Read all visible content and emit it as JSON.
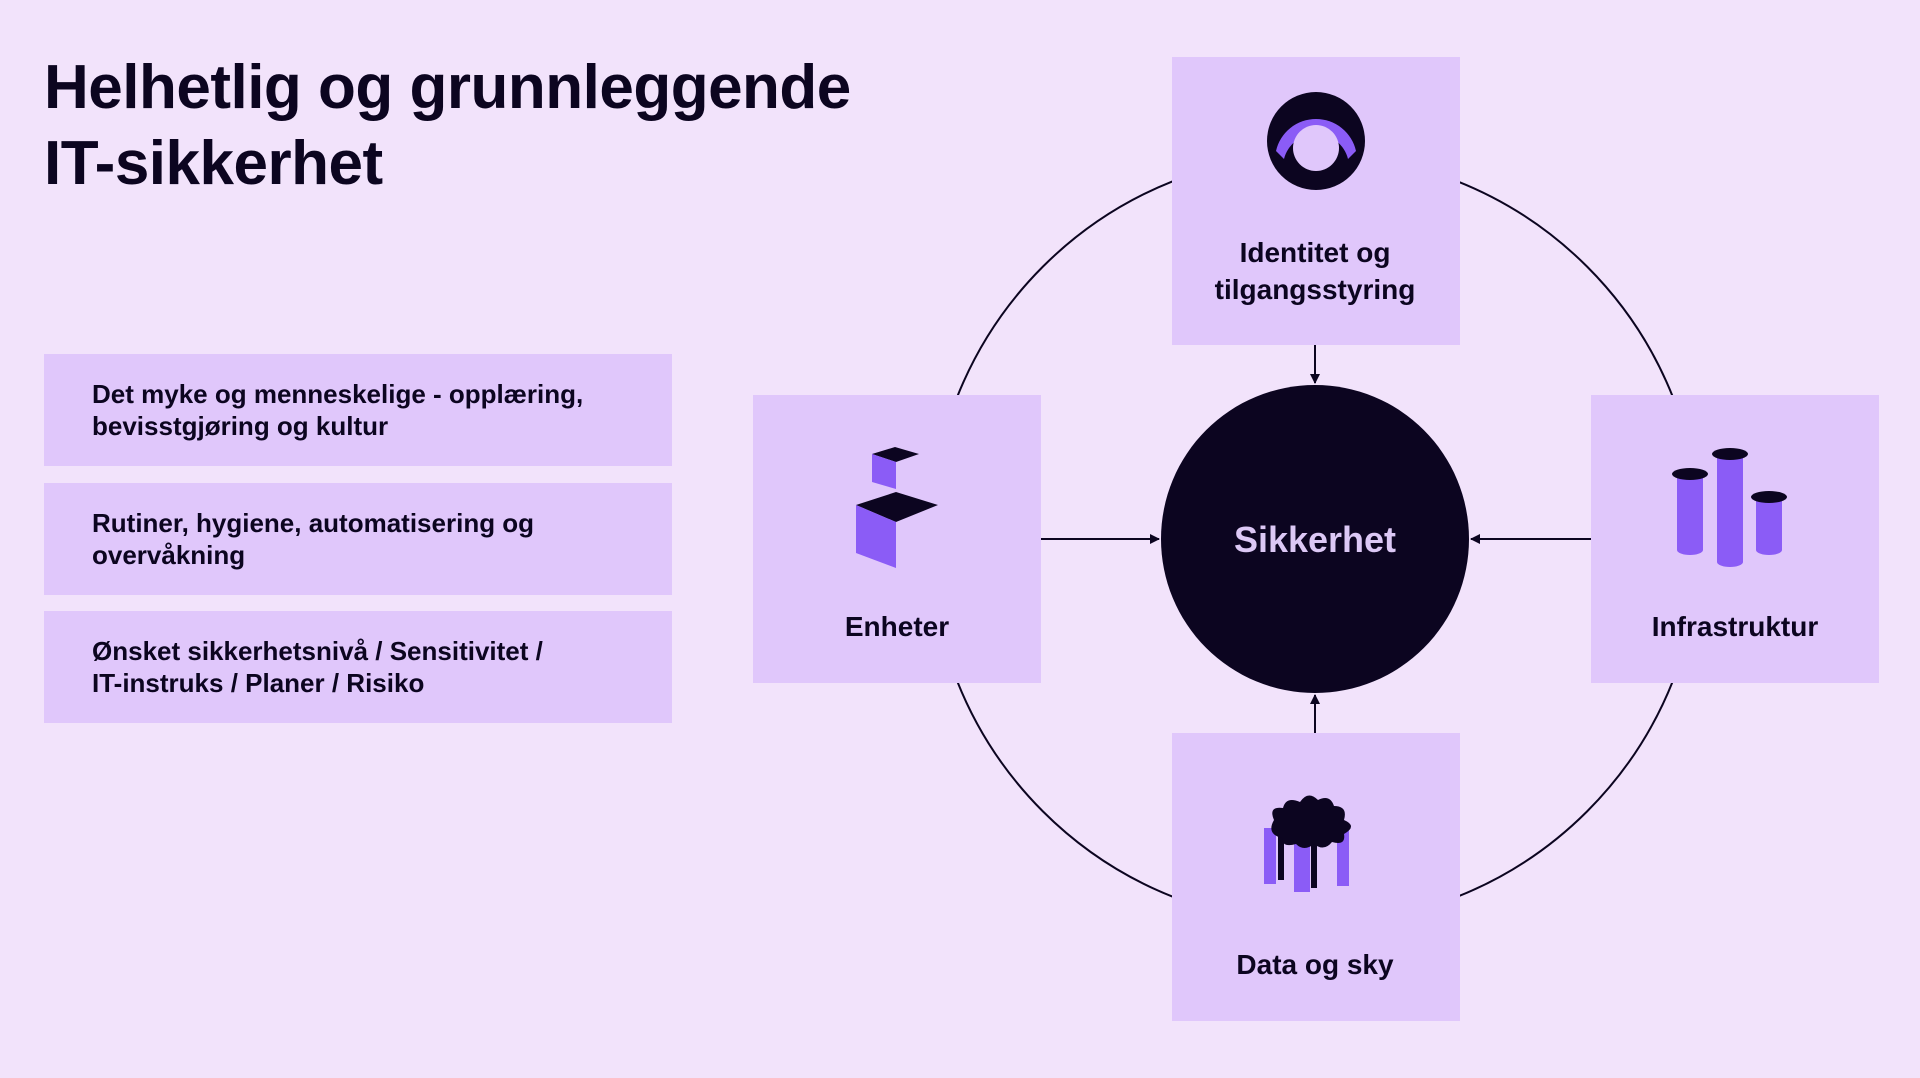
{
  "title": {
    "line1": "Helhetlig og grunnleggende",
    "line2": "IT-sikkerhet"
  },
  "info_boxes": [
    {
      "line1": "Det myke og menneskelige - opplæring,",
      "line2": "bevisstgjøring og kultur"
    },
    {
      "line1": "Rutiner, hygiene, automatisering og",
      "line2": "overvåkning"
    },
    {
      "line1": "Ønsket sikkerhetsnivå / Sensitivitet /",
      "line2": "IT-instruks / Planer / Risiko"
    }
  ],
  "diagram": {
    "center": "Sikkerhet",
    "nodes": {
      "top": {
        "line1": "Identitet og",
        "line2": "tilgangsstyring",
        "icon": "identity-ring-icon"
      },
      "left": {
        "line1": "Enheter",
        "icon": "stacked-cubes-icon"
      },
      "right": {
        "line1": "Infrastruktur",
        "icon": "cylinders-icon"
      },
      "bottom": {
        "line1": "Data og sky",
        "icon": "cloud-data-icon"
      }
    }
  },
  "colors": {
    "background": "#f2e3fb",
    "box": "#e0c7fb",
    "dark": "#0c0520",
    "accent": "#8b5cf6",
    "center_text": "#dcc8f5"
  }
}
